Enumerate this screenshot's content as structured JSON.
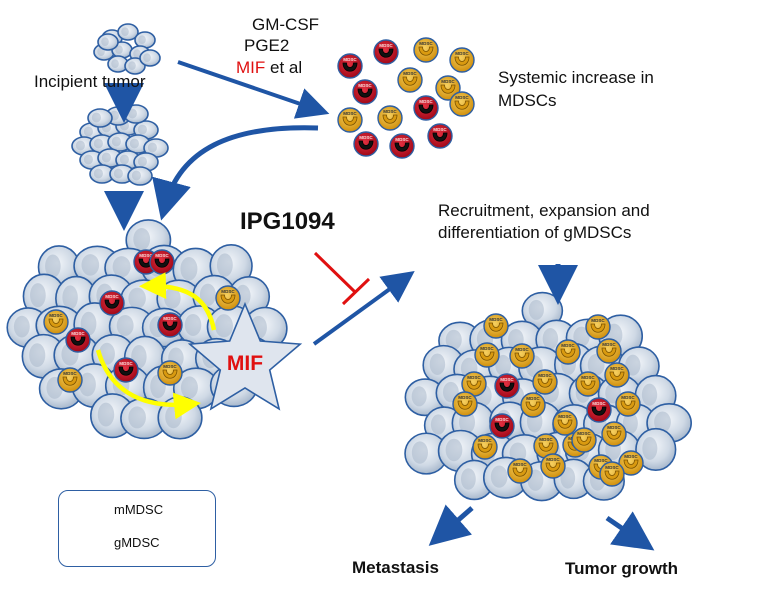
{
  "labels": {
    "incipient_tumor": "Incipient tumor",
    "factors": [
      "GM-CSF",
      "PGE2"
    ],
    "factor_mif": "MIF",
    "factor_et_al": " et al",
    "systemic_line1": "Systemic increase in",
    "systemic_line2": "MDSCs",
    "inhibitor": "IPG1094",
    "recruitment_line1": "Recruitment, expansion and",
    "recruitment_line2": "differentiation of gMDSCs",
    "star_label": "MIF",
    "outcome_left": "Metastasis",
    "outcome_right": "Tumor growth",
    "cell_badge": "MDSC"
  },
  "legend": {
    "items": [
      {
        "label": "mMDSC"
      },
      {
        "label": "gMDSC"
      }
    ]
  },
  "colors": {
    "arrow_blue": "#1f55a5",
    "inhibit_red": "#e01010",
    "mif_red": "#e01010",
    "mmdsc": "#c8102e",
    "gmdsc": "#e3a81e",
    "tumor_cell": "#cdd7e3",
    "tumor_cell_border": "#2e5fa3",
    "yellow_arrow": "#ffff00",
    "star_fill": "#dfe5ee"
  }
}
